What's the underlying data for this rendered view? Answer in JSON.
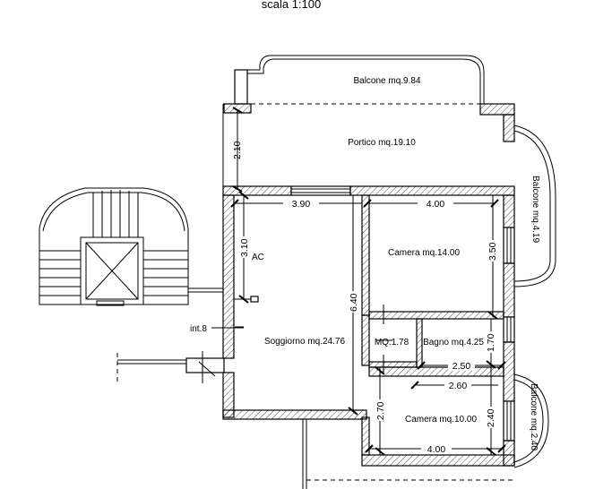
{
  "title": "scala 1:100",
  "rooms": {
    "balcone_top": "Balcone mq.9.84",
    "portico": "Portico mq.19.10",
    "balcone_right_top": "Balcone mq.4.19",
    "camera_1": "Camera  mq.14.00",
    "soggiorno": "Soggiorno mq.24.76",
    "ripostiglio": "MQ.1.78",
    "bagno": "Bagno mq.4.25",
    "camera_2": "Camera mq.10.00",
    "balcone_right_bottom": "Balcone mq.2.40"
  },
  "labels": {
    "ac": "AC",
    "entrance": "int.8"
  },
  "dimensions": {
    "d_2_10": "2.10",
    "d_3_90": "3.90",
    "d_4_00_top": "4.00",
    "d_3_10": "3.10",
    "d_3_50": "3.50",
    "d_6_40": "6.40",
    "d_1_70": "1.70",
    "d_2_50": "2.50",
    "d_2_60": "2.60",
    "d_2_70": "2.70",
    "d_2_40": "2.40",
    "d_4_00_bottom": "4.00"
  }
}
